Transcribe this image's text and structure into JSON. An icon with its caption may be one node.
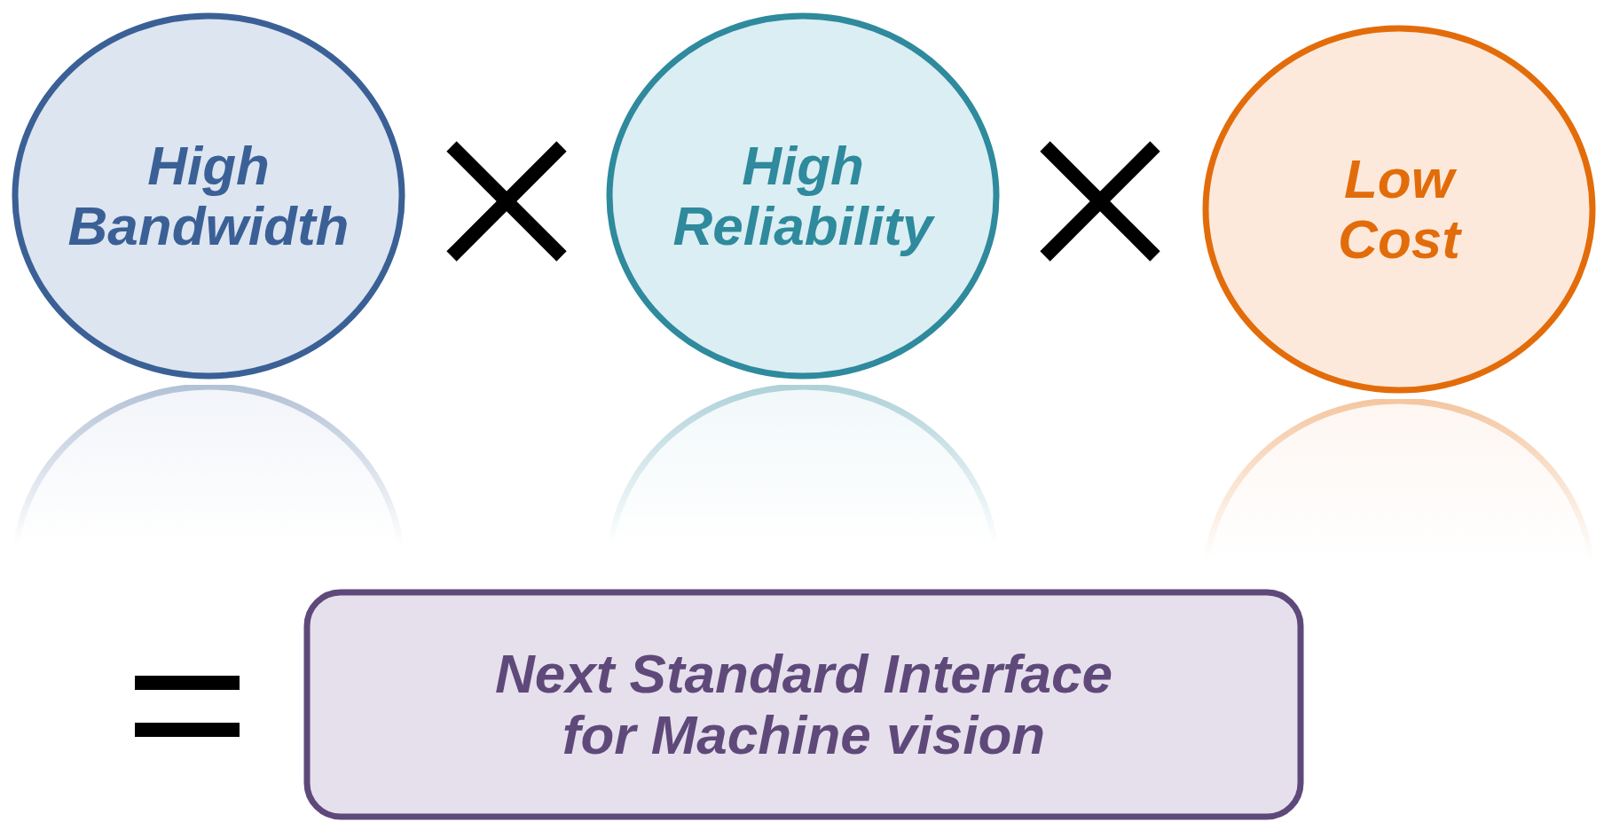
{
  "diagram": {
    "nodes": [
      {
        "text": [
          "High Bandwidth"
        ]
      },
      {
        "text": [
          "High Reliability"
        ]
      },
      {
        "text": [
          "Low Cost"
        ]
      },
      {
        "text": [
          "Next Standard Interface for Machine vision"
        ]
      }
    ]
  }
}
